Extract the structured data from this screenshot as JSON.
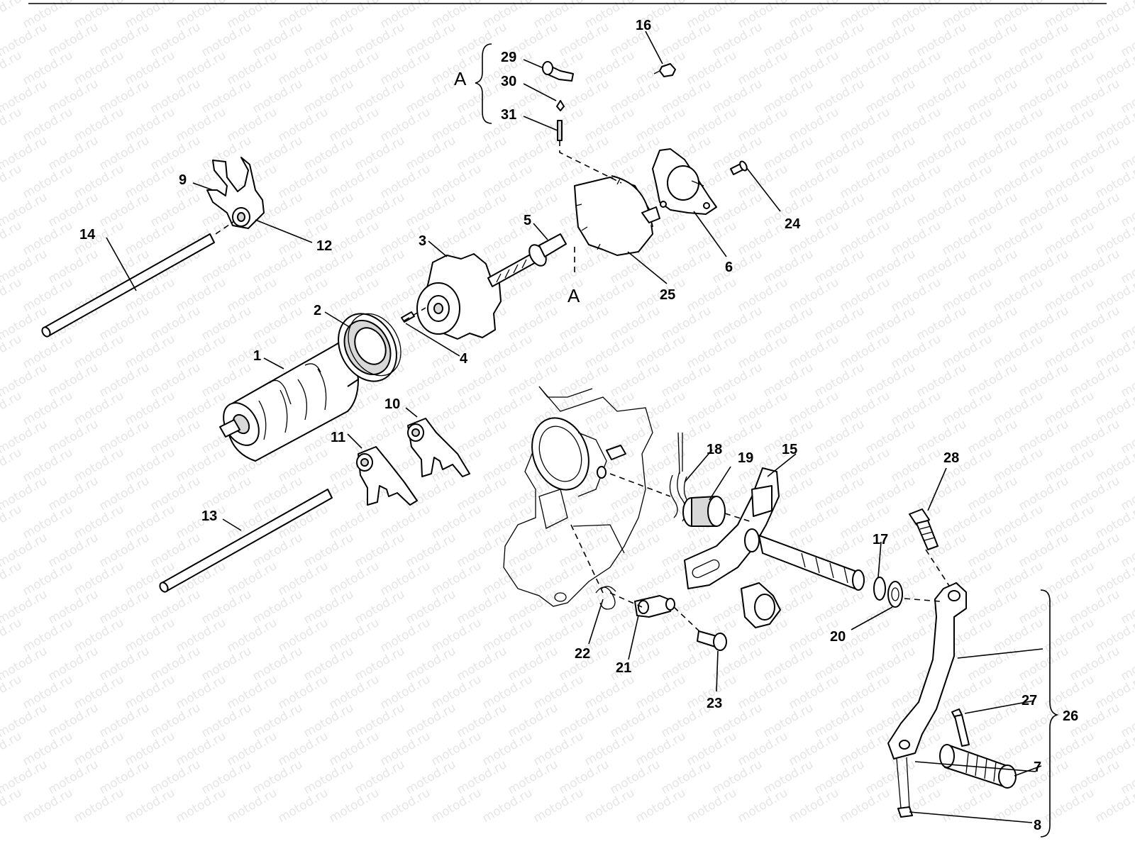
{
  "watermark": "motod.ru",
  "callouts": [
    {
      "id": "c1",
      "text": "1"
    },
    {
      "id": "c2",
      "text": "2"
    },
    {
      "id": "c3",
      "text": "3"
    },
    {
      "id": "c4",
      "text": "4"
    },
    {
      "id": "c5",
      "text": "5"
    },
    {
      "id": "c6",
      "text": "6"
    },
    {
      "id": "c7",
      "text": "7"
    },
    {
      "id": "c8",
      "text": "8"
    },
    {
      "id": "c9",
      "text": "9"
    },
    {
      "id": "c10",
      "text": "10"
    },
    {
      "id": "c11",
      "text": "11"
    },
    {
      "id": "c12",
      "text": "12"
    },
    {
      "id": "c13",
      "text": "13"
    },
    {
      "id": "c14",
      "text": "14"
    },
    {
      "id": "c15",
      "text": "15"
    },
    {
      "id": "c16",
      "text": "16"
    },
    {
      "id": "c17",
      "text": "17"
    },
    {
      "id": "c18",
      "text": "18"
    },
    {
      "id": "c19",
      "text": "19"
    },
    {
      "id": "c20",
      "text": "20"
    },
    {
      "id": "c21",
      "text": "21"
    },
    {
      "id": "c22",
      "text": "22"
    },
    {
      "id": "c23",
      "text": "23"
    },
    {
      "id": "c24",
      "text": "24"
    },
    {
      "id": "c25",
      "text": "25"
    },
    {
      "id": "c26",
      "text": "26"
    },
    {
      "id": "c27",
      "text": "27"
    },
    {
      "id": "c28",
      "text": "28"
    },
    {
      "id": "c29",
      "text": "29"
    },
    {
      "id": "c30",
      "text": "30"
    },
    {
      "id": "c31",
      "text": "31"
    }
  ],
  "group_labels": {
    "top": "A",
    "ref": "A"
  }
}
